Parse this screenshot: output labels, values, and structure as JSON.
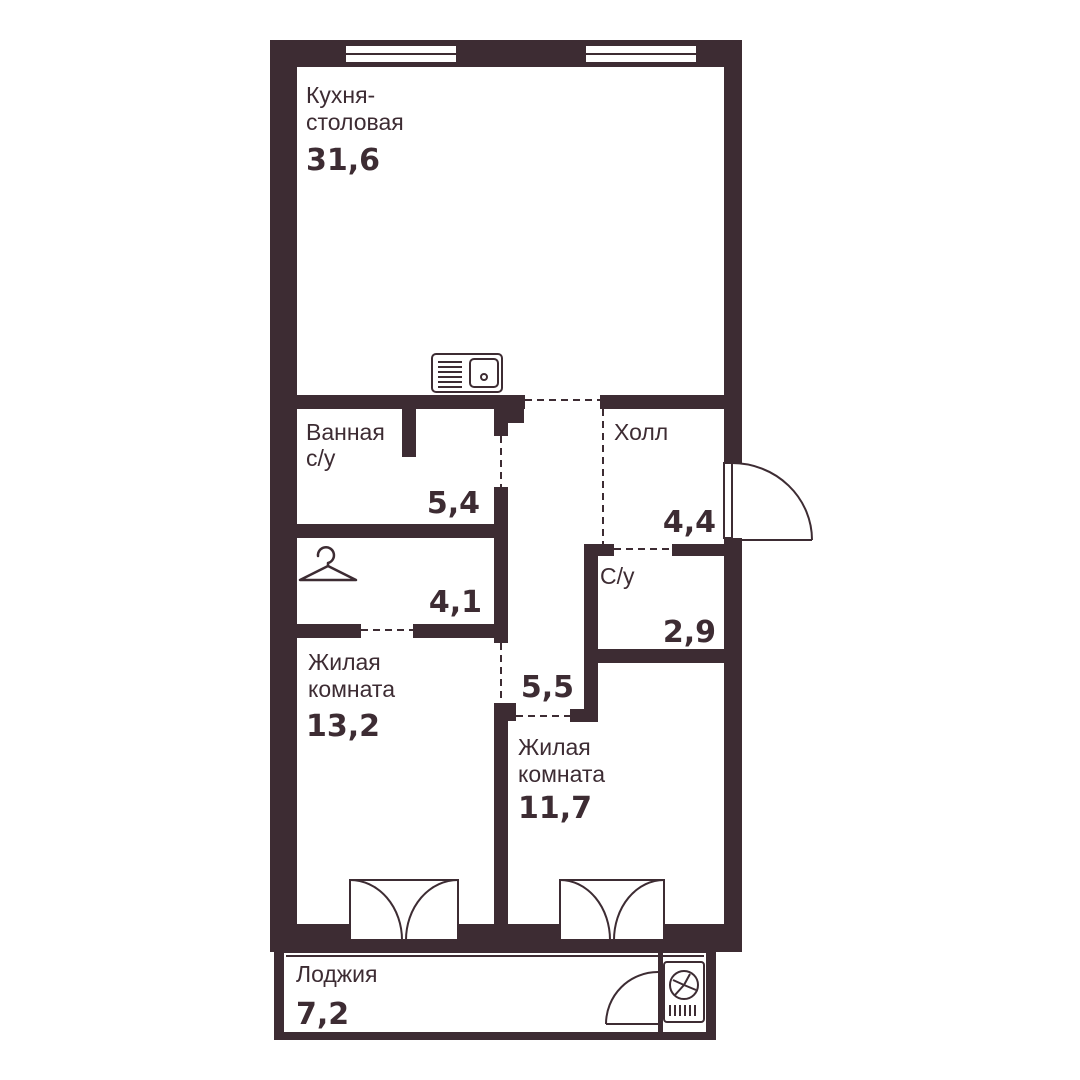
{
  "colors": {
    "wall": "#3d2c33",
    "background": "#ffffff"
  },
  "rooms": {
    "kitchen": {
      "name_line1": "Кухня-",
      "name_line2": "столовая",
      "area": "31,6"
    },
    "bathroom": {
      "name_line1": "Ванная",
      "name_line2": "с/у",
      "area": "5,4"
    },
    "hall": {
      "name": "Холл",
      "area": "4,4"
    },
    "wardrobe": {
      "icon": "hanger-icon",
      "area": "4,1"
    },
    "wc": {
      "name": "С/у",
      "area": "2,9"
    },
    "corridor": {
      "area": "5,5"
    },
    "living1": {
      "name_line1": "Жилая",
      "name_line2": "комната",
      "area": "13,2"
    },
    "living2": {
      "name_line1": "Жилая",
      "name_line2": "комната",
      "area": "11,7"
    },
    "loggia": {
      "name": "Лоджия",
      "area": "7,2"
    }
  },
  "fixtures": {
    "sink": "sink-icon",
    "ac_unit": "ac-unit-icon",
    "entrance_door": "door-swing-icon"
  }
}
